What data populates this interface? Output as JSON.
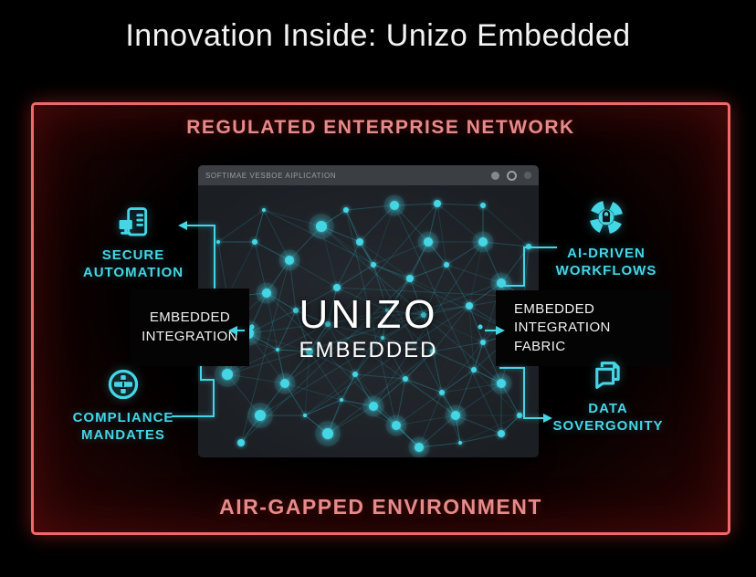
{
  "title": "Innovation Inside: Unizo Embedded",
  "frame": {
    "top_label": "REGULATED ENTERPRISE NETWORK",
    "bottom_label": "AIR-GAPPED ENVIRONMENT"
  },
  "window": {
    "titlebar_text": "SOFTIMAE VESBOE AIPLICATION",
    "buttons": [
      "window-button-1",
      "window-button-2",
      "window-button-3"
    ],
    "center_title": "UNIZO",
    "center_subtitle": "EMBEDDED"
  },
  "callouts": {
    "secure_automation": {
      "line1": "SECURE",
      "line2": "AUTOMATION",
      "icon": "terminal-document-icon"
    },
    "ai_driven_workflows": {
      "line1": "AI-DRIVEN",
      "line2": "WORKFLOWS",
      "icon": "gear-lock-icon"
    },
    "compliance_mandates": {
      "line1": "COMPLIANCE",
      "line2": "MANDATES",
      "icon": "badge-cross-icon"
    },
    "data_sovereignty": {
      "line1": "DATA",
      "line2": "SOVERGONITY",
      "icon": "layered-docs-icon"
    },
    "left_box": {
      "line1": "EMBEDDED",
      "line2": "INTEGRATION"
    },
    "right_box": {
      "line1": "EMBEDDED INTEGRATION",
      "line2": "FABRIC"
    }
  },
  "colors": {
    "accent_cyan": "#45d6e6",
    "line_cyan": "#2fc8dc",
    "red_border": "#ee6a6a",
    "red_label": "#e78a8a",
    "window_titlebar": "#3b3e43",
    "window_body": "#20242a",
    "box_black": "#040404"
  },
  "network": {
    "edge_threshold": 72,
    "nodes": [
      [
        135,
        45,
        6
      ],
      [
        215,
        22,
        5
      ],
      [
        262,
        20,
        4
      ],
      [
        100,
        82,
        5
      ],
      [
        312,
        62,
        5
      ],
      [
        75,
        118,
        5
      ],
      [
        55,
        162,
        6
      ],
      [
        32,
        207,
        6
      ],
      [
        95,
        217,
        5
      ],
      [
        68,
        252,
        6
      ],
      [
        142,
        272,
        6
      ],
      [
        217,
        263,
        5
      ],
      [
        282,
        252,
        5
      ],
      [
        332,
        217,
        5
      ],
      [
        347,
        162,
        5
      ],
      [
        332,
        107,
        5
      ],
      [
        252,
        62,
        5
      ],
      [
        177,
        62,
        4
      ],
      [
        152,
        112,
        4
      ],
      [
        232,
        102,
        4
      ],
      [
        297,
        132,
        4
      ],
      [
        192,
        242,
        5
      ],
      [
        122,
        182,
        4
      ],
      [
        32,
        122,
        3
      ],
      [
        162,
        27,
        3
      ],
      [
        192,
        87,
        3
      ],
      [
        272,
        87,
        3
      ],
      [
        312,
        172,
        3
      ],
      [
        302,
        202,
        3
      ],
      [
        257,
        182,
        3
      ],
      [
        227,
        212,
        3
      ],
      [
        172,
        207,
        3
      ],
      [
        142,
        152,
        3
      ],
      [
        107,
        137,
        3
      ],
      [
        207,
        137,
        2
      ],
      [
        247,
        142,
        3
      ],
      [
        62,
        62,
        3
      ],
      [
        352,
        252,
        3
      ],
      [
        22,
        62,
        2
      ],
      [
        362,
        67,
        3
      ],
      [
        332,
        272,
        4
      ],
      [
        47,
        282,
        4
      ],
      [
        242,
        287,
        5
      ],
      [
        27,
        162,
        2
      ],
      [
        357,
        122,
        2
      ],
      [
        312,
        22,
        3
      ],
      [
        72,
        27,
        2
      ],
      [
        117,
        252,
        2
      ],
      [
        287,
        282,
        2
      ],
      [
        202,
        167,
        2
      ],
      [
        267,
        227,
        3
      ],
      [
        87,
        180,
        2
      ],
      [
        157,
        235,
        2
      ]
    ],
    "extra_edges": [
      [
        0,
        13
      ],
      [
        4,
        21
      ],
      [
        1,
        40
      ],
      [
        6,
        20
      ],
      [
        3,
        41
      ],
      [
        15,
        22
      ],
      [
        7,
        35
      ],
      [
        10,
        29
      ],
      [
        16,
        31
      ],
      [
        2,
        22
      ],
      [
        14,
        46
      ],
      [
        5,
        42
      ],
      [
        19,
        41
      ],
      [
        12,
        32
      ],
      [
        8,
        34
      ],
      [
        17,
        50
      ],
      [
        20,
        47
      ],
      [
        9,
        35
      ],
      [
        11,
        24
      ],
      [
        18,
        44
      ]
    ]
  }
}
